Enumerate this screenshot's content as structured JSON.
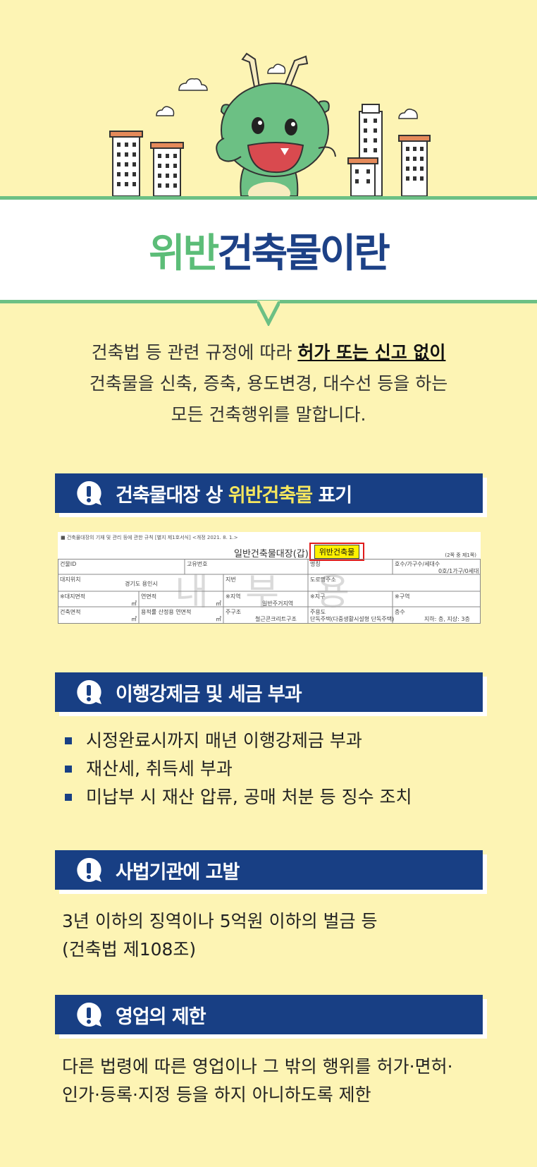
{
  "title": {
    "part1": "위반",
    "part2": "건축물이란"
  },
  "intro": {
    "line1_pre": "건축법 등 관련 규정에 따라 ",
    "line1_emph": "허가 또는 신고 없이",
    "line2": "건축물을 신축, 증축, 용도변경, 대수선 등을 하는",
    "line3": "모든 건축행위를 말합니다."
  },
  "sections": [
    {
      "pre": "건축물대장 상 ",
      "highlight": "위반건축물",
      "post": " 표기"
    },
    {
      "label": "이행강제금 및 세금 부과"
    },
    {
      "label": "사법기관에 고발"
    },
    {
      "label": "영업의 제한"
    }
  ],
  "document": {
    "header_line": "■ 건축물대장의 기재 및 관리 등에 관한 규칙 [별지 제1호서식] <개정 2021. 8. 1.>",
    "title": "일반건축물대장(갑)",
    "violation_stamp": "위반건축물",
    "unit_note": "(2쪽 중 제1쪽)",
    "cells": {
      "building_id": "건물ID",
      "unique_no": "고유번호",
      "name": "명칭",
      "households": "호수/가구수/세대수",
      "households_value": "0호/1가구/0세대",
      "location": "대지위치",
      "location_value": "경기도 용인시",
      "lot": "지번",
      "road_address": "도로명주소",
      "site_area": "※대지면적",
      "floor_area": "연면적",
      "zone": "※지역",
      "zone_value": "일반주거지역",
      "district": "※지구",
      "area_unit": "㎡",
      "building_area": "건축면적",
      "far_area": "용적률 산정용 연면적",
      "structure": "주구조",
      "structure_value": "철근콘크리트구조",
      "use": "주용도",
      "use_value": "단독주택(다중생활시설형 단독주택)",
      "floors": "층수",
      "floors_value": "지하: 층, 지상: 3층",
      "section": "※구역"
    },
    "watermark": [
      "내",
      "부",
      "용"
    ]
  },
  "tax_bullets": [
    "시정완료시까지 매년 이행강제금 부과",
    "재산세, 취득세 부과",
    "미납부 시 재산 압류, 공매 처분 등 징수 조치"
  ],
  "prosecution": {
    "line1": "3년 이하의 징역이나 5억원 이하의 벌금 등",
    "line2": "(건축법 제108조)"
  },
  "business": {
    "line1": "다른 법령에 따른 영업이나 그 밖의 행위를 허가·면허·",
    "line2": "인가·등록·지정 등을 하지 아니하도록 제한"
  },
  "colors": {
    "background": "#fdf4b4",
    "navy": "#183f84",
    "green": "#5cbd78",
    "highlight_yellow": "#f6e75e",
    "stamp_red": "#e01b1b"
  }
}
